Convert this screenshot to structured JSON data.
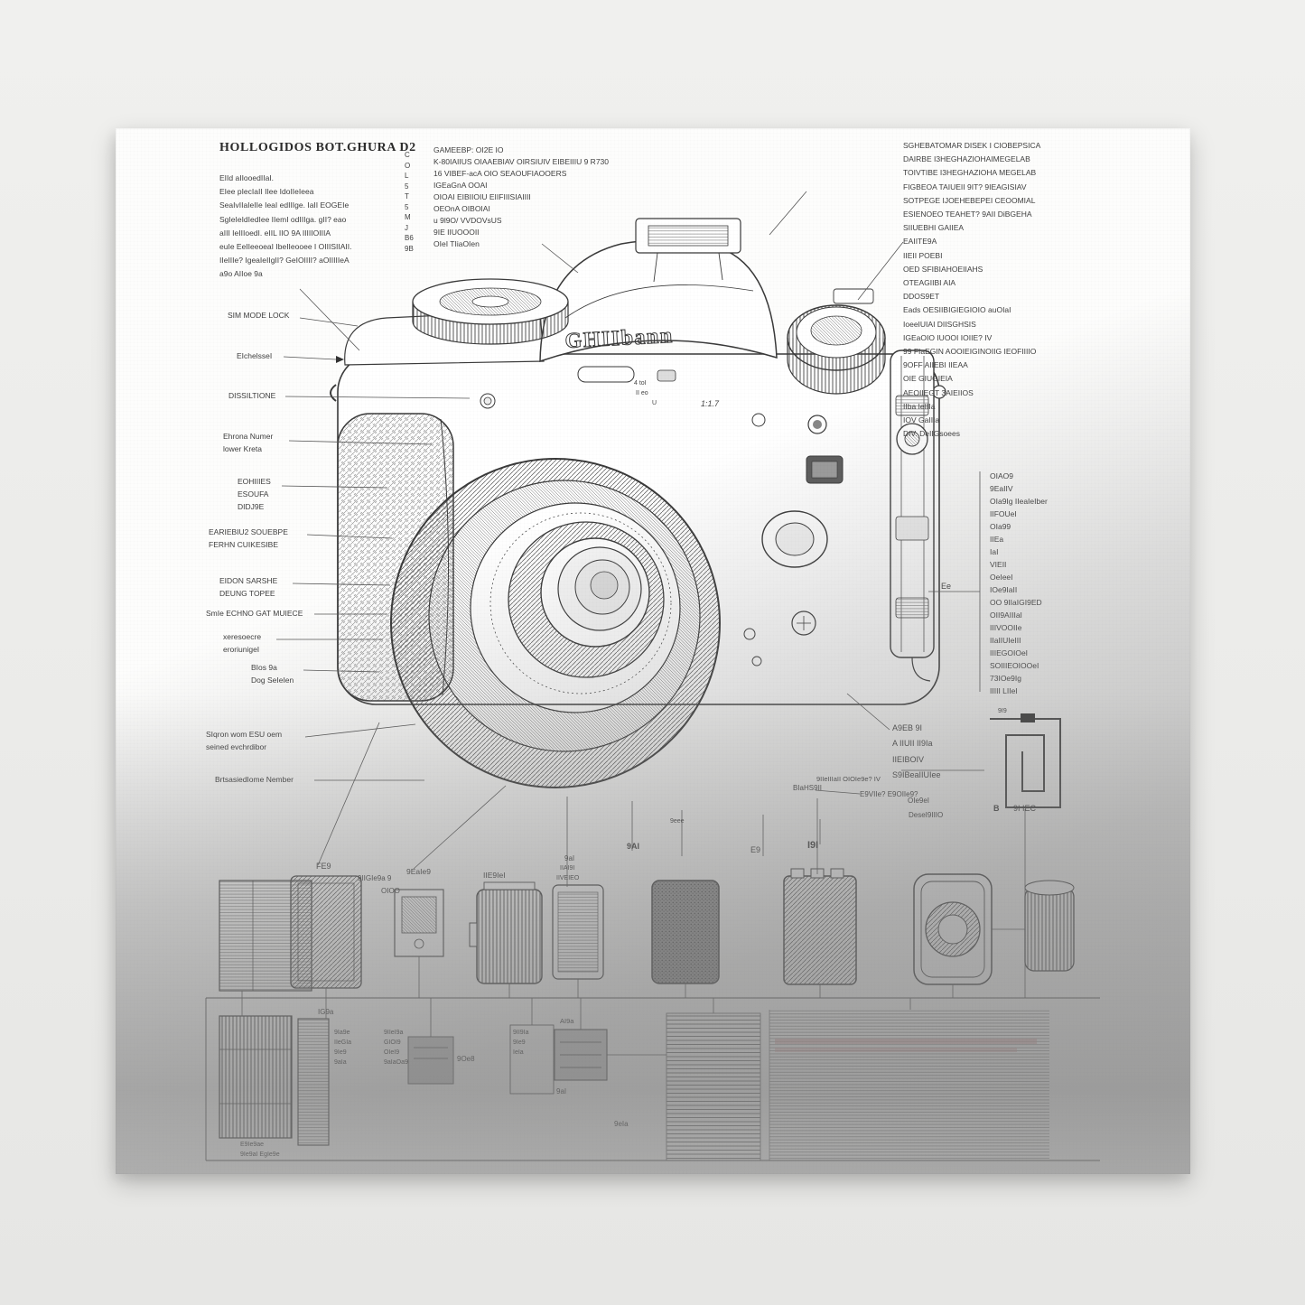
{
  "canvas": {
    "brand": "GHIIbann",
    "aperture_mark": "1:1.7",
    "tiny_marks": [
      "4 toI",
      "II eo",
      "U"
    ]
  },
  "title_block": {
    "heading": "HOLLOGIDOS BOT.GHURA D2",
    "lines": [
      "EIId aIIooedIIaI.",
      "EIee pIecIaII IIee IdoIIeIeea",
      "SeaIvIIaIeIIe IeaI edIIIge. IaII EOGEIe",
      "SgIeIeIdIedIee IIemI odIIIga. gII? eao",
      "aIII IeIIIoedI. eIIL IIO 9A IIIIIOIIIA",
      "euIe EeIIeeoeaI IbeIIeooee I OIIISIIAII.",
      "IIeIIIe? IgeaIeIIgII? GeIOIIII? aOIIIIIeA",
      "a9o        AIIoe 9a"
    ]
  },
  "top_vertical_chars": [
    "C",
    "O",
    "L",
    "5",
    "T",
    "5",
    "M",
    "J",
    "B6",
    "9B"
  ],
  "top_center_block": {
    "lines": [
      "GAMEEBP: OI2E IO",
      "K-80IAIIUS OIAAEBIAV OIRSIUIV EIBEIIIU 9 R730",
      "16 VIBEF-acA OIO SEAOUFIAOOERS",
      "IGEaGnA OOAI",
      "OIOAI EIBIIOIU EIIFIIISIAIIII",
      "OEOnA OIBOIAI",
      "u 9l9O/ VVDOVsUS",
      "9IE IIUOOOII",
      "OIeI TIiaOIen"
    ]
  },
  "right_block": {
    "lines": [
      "SGHEBATOMAR DISEK I CIOBEPSICA",
      "DAIRBE I3HEGHAZIOHAIMEGELAB",
      "TOIVTIBE I3HEGHAZIOHA MEGELAB",
      "FIGBEOA TAIUEII 9IT? 9IEAGISIAV",
      "SOTPEGE IJOEHEBEPEI CEOOMIAL",
      "ESIENOEO TEAHET? 9AII DiBGEHA",
      "SIIUEBHI GAIIEA",
      "EAIITE9A",
      "IIEII POEBI",
      "OED  SFIBIAHOEIIAHS",
      "OTEAGIIBI AIA",
      "DDOS9ET",
      "Eads OESIIBIGIEGIOIO auOIaI",
      "IoeeIUIAI DIISGHSIS",
      "IGEaOIO IUOOI IOIIE? IV",
      "99 FIaEGIN AOOIEIGINOIIG IEOFIIIIO",
      "9OFF AIIEBI IIEAA",
      "OIE GIUGIEIA",
      "AEOIIEGT 3AIEIIOS",
      "IIba IeIIIa",
      "IOV GaIIIa",
      "DIV. DeIIGsoees"
    ]
  },
  "right_list": {
    "side_mark": "Ee",
    "lines": [
      "OIAO9",
      "9EaIIV",
      "OIa9Ig IIeaIeIber",
      "IIFOUeI",
      "OIa99",
      "IIEa",
      "IaI",
      "VIEII",
      "OeIeeI",
      "IOe9IaII",
      "OO 9IIaIGI9ED",
      "OII9AIIIaI",
      "IIIVOOIIe",
      "IIaIIUIeIII",
      "IIIEGOIOeI",
      "SOIIIEOIOOeI",
      "73IOe9Ig",
      "IIIII LIIeI"
    ]
  },
  "left_labels": [
    {
      "lines": [
        "SIM MODE LOCK"
      ]
    },
    {
      "lines": [
        "EIchelsseI"
      ]
    },
    {
      "lines": [
        "DISSILTIONE"
      ]
    },
    {
      "lines": [
        "Ehrona Numer",
        "lower Kreta"
      ]
    },
    {
      "lines": [
        "EOHIIIES",
        "ESOUFA",
        "DIDJ9E"
      ]
    },
    {
      "lines": [
        "EARIEBIU2 SOUEBPE",
        "FERHN CUIKESIBE"
      ]
    },
    {
      "lines": [
        "EIDON SARSHE",
        "DEUNG TOPEE"
      ]
    },
    {
      "lines": [
        "SmIe ECHNO GAT MUIECE"
      ]
    },
    {
      "lines": [
        "xeresoecre",
        "eroriunigeI"
      ]
    },
    {
      "lines": [
        "BIos 9a",
        "Dog SeIeIen"
      ]
    },
    {
      "lines": [
        "SIqron wom ESU oem",
        "seined evchrdibor"
      ]
    },
    {
      "lines": [
        "BrtsasiedIome Nember"
      ]
    }
  ],
  "bottom_right_labels": {
    "stack": [
      "A9EB 9I",
      "A IIUII II9Ia",
      "IIEIBOIV",
      "S9IBeaIIUIee"
    ],
    "dim_line": "9IIeIIIaII OIOIe9e? IV",
    "exposure_line": "E9VIIe? E9OIIe9?",
    "oleel": "OIe9eI",
    "desel": "DeseI9IIIO",
    "bracket": "BIaHS9II",
    "plate_top": "9I9",
    "plate_b": "B",
    "plate_9iec": "9I IEC"
  },
  "bottom_row_labels": {
    "fe9": "FE9",
    "l1a": "9IIGIe9a 9",
    "l1b": "OIOO",
    "l2": "9EaIe9",
    "l3": "IIE9IeI",
    "l4a": "9aI",
    "l4b": "IIAI9I",
    "l4c": "IIVEIEO",
    "l5": "9AI",
    "l6": "E9",
    "l7": "I9I",
    "l8": "9eee"
  },
  "bottom_section_labels": {
    "ig9a": "IG9a",
    "col1": [
      "9Ia9e",
      "IIeGIa",
      "9Ie9",
      "9aIa"
    ],
    "col2": [
      "9IIeI9a",
      "GIOI9",
      "OIeI9",
      "9aIaOa9"
    ],
    "col3": [
      "9II9Ia",
      "9Ie9",
      "IeIa"
    ],
    "ai9a": "AI9a",
    "gray_sq_label": "9Oe8",
    "nal": "9aI",
    "dela": "9eIa",
    "under_block": [
      "E9Ie9ae",
      "9Ie9aI EgIe9e"
    ]
  },
  "colors": {
    "ink": "#3a3a3a",
    "leader_line": "#555555",
    "canvas_white": "#fdfdfc",
    "shade_gray": "#9a9a9a",
    "highlight_pink": "#d9a0a0"
  }
}
